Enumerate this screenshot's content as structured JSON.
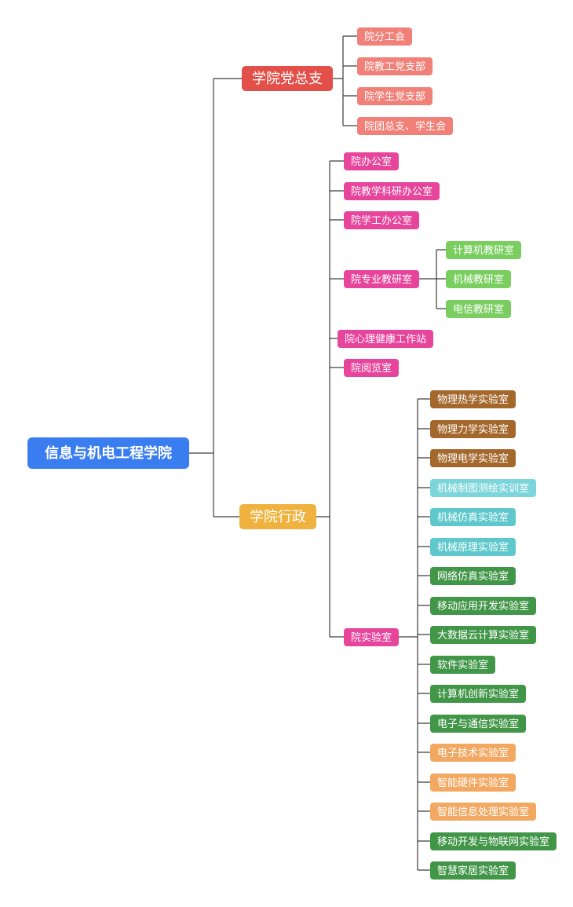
{
  "diagram": {
    "root": {
      "label": "信息与机电工程学院",
      "color": "#3A7DF0"
    },
    "party": {
      "label": "学院党总支",
      "color": "#E25049",
      "children": [
        {
          "label": "院分工会",
          "color": "#F08078"
        },
        {
          "label": "院教工党支部",
          "color": "#F08078"
        },
        {
          "label": "院学生党支部",
          "color": "#F08078"
        },
        {
          "label": "院团总支、学生会",
          "color": "#F08078"
        }
      ]
    },
    "admin": {
      "label": "学院行政",
      "color": "#EFB23F",
      "children": [
        {
          "label": "院办公室",
          "color": "#E7459C"
        },
        {
          "label": "院教学科研办公室",
          "color": "#E7459C"
        },
        {
          "label": "院学工办公室",
          "color": "#E7459C"
        },
        {
          "label": "院专业教研室",
          "color": "#E7459C"
        },
        {
          "label": "院心理健康工作站",
          "color": "#E7459C"
        },
        {
          "label": "院阅览室",
          "color": "#E7459C"
        },
        {
          "label": "院实验室",
          "color": "#E7459C"
        }
      ]
    },
    "teaching_offices": [
      {
        "label": "计算机教研室",
        "color": "#79CE5F"
      },
      {
        "label": "机械教研室",
        "color": "#79CE5F"
      },
      {
        "label": "电信教研室",
        "color": "#79CE5F"
      }
    ],
    "labs": [
      {
        "label": "物理热学实验室",
        "color": "#A4682C"
      },
      {
        "label": "物理力学实验室",
        "color": "#A4682C"
      },
      {
        "label": "物理电学实验室",
        "color": "#A4682C"
      },
      {
        "label": "机械制图测绘实训室",
        "color": "#7BD5DA"
      },
      {
        "label": "机械仿真实验室",
        "color": "#5FC8CC"
      },
      {
        "label": "机械原理实验室",
        "color": "#5FC8CC"
      },
      {
        "label": "网络仿真实验室",
        "color": "#429648"
      },
      {
        "label": "移动应用开发实验室",
        "color": "#429648"
      },
      {
        "label": "大数据云计算实验室",
        "color": "#429648"
      },
      {
        "label": "软件实验室",
        "color": "#429648"
      },
      {
        "label": "计算机创新实验室",
        "color": "#429648"
      },
      {
        "label": "电子与通信实验室",
        "color": "#429648"
      },
      {
        "label": "电子技术实验室",
        "color": "#F3A862"
      },
      {
        "label": "智能硬件实验室",
        "color": "#F3A862"
      },
      {
        "label": "智能信息处理实验室",
        "color": "#F3A862"
      },
      {
        "label": "移动开发与物联网实验室",
        "color": "#429648"
      },
      {
        "label": "智慧家居实验室",
        "color": "#429648"
      }
    ]
  },
  "palette": {
    "root_blue": "#3A7DF0",
    "party_red": "#E25049",
    "party_child_salmon": "#F08078",
    "admin_orange": "#EFB23F",
    "admin_child_magenta": "#E7459C",
    "teaching_office_green": "#79CE5F",
    "lab_brown": "#A4682C",
    "lab_light_cyan": "#7BD5DA",
    "lab_cyan": "#5FC8CC",
    "lab_green": "#429648",
    "lab_orange": "#F3A862",
    "connector": "#3d3d3d"
  }
}
